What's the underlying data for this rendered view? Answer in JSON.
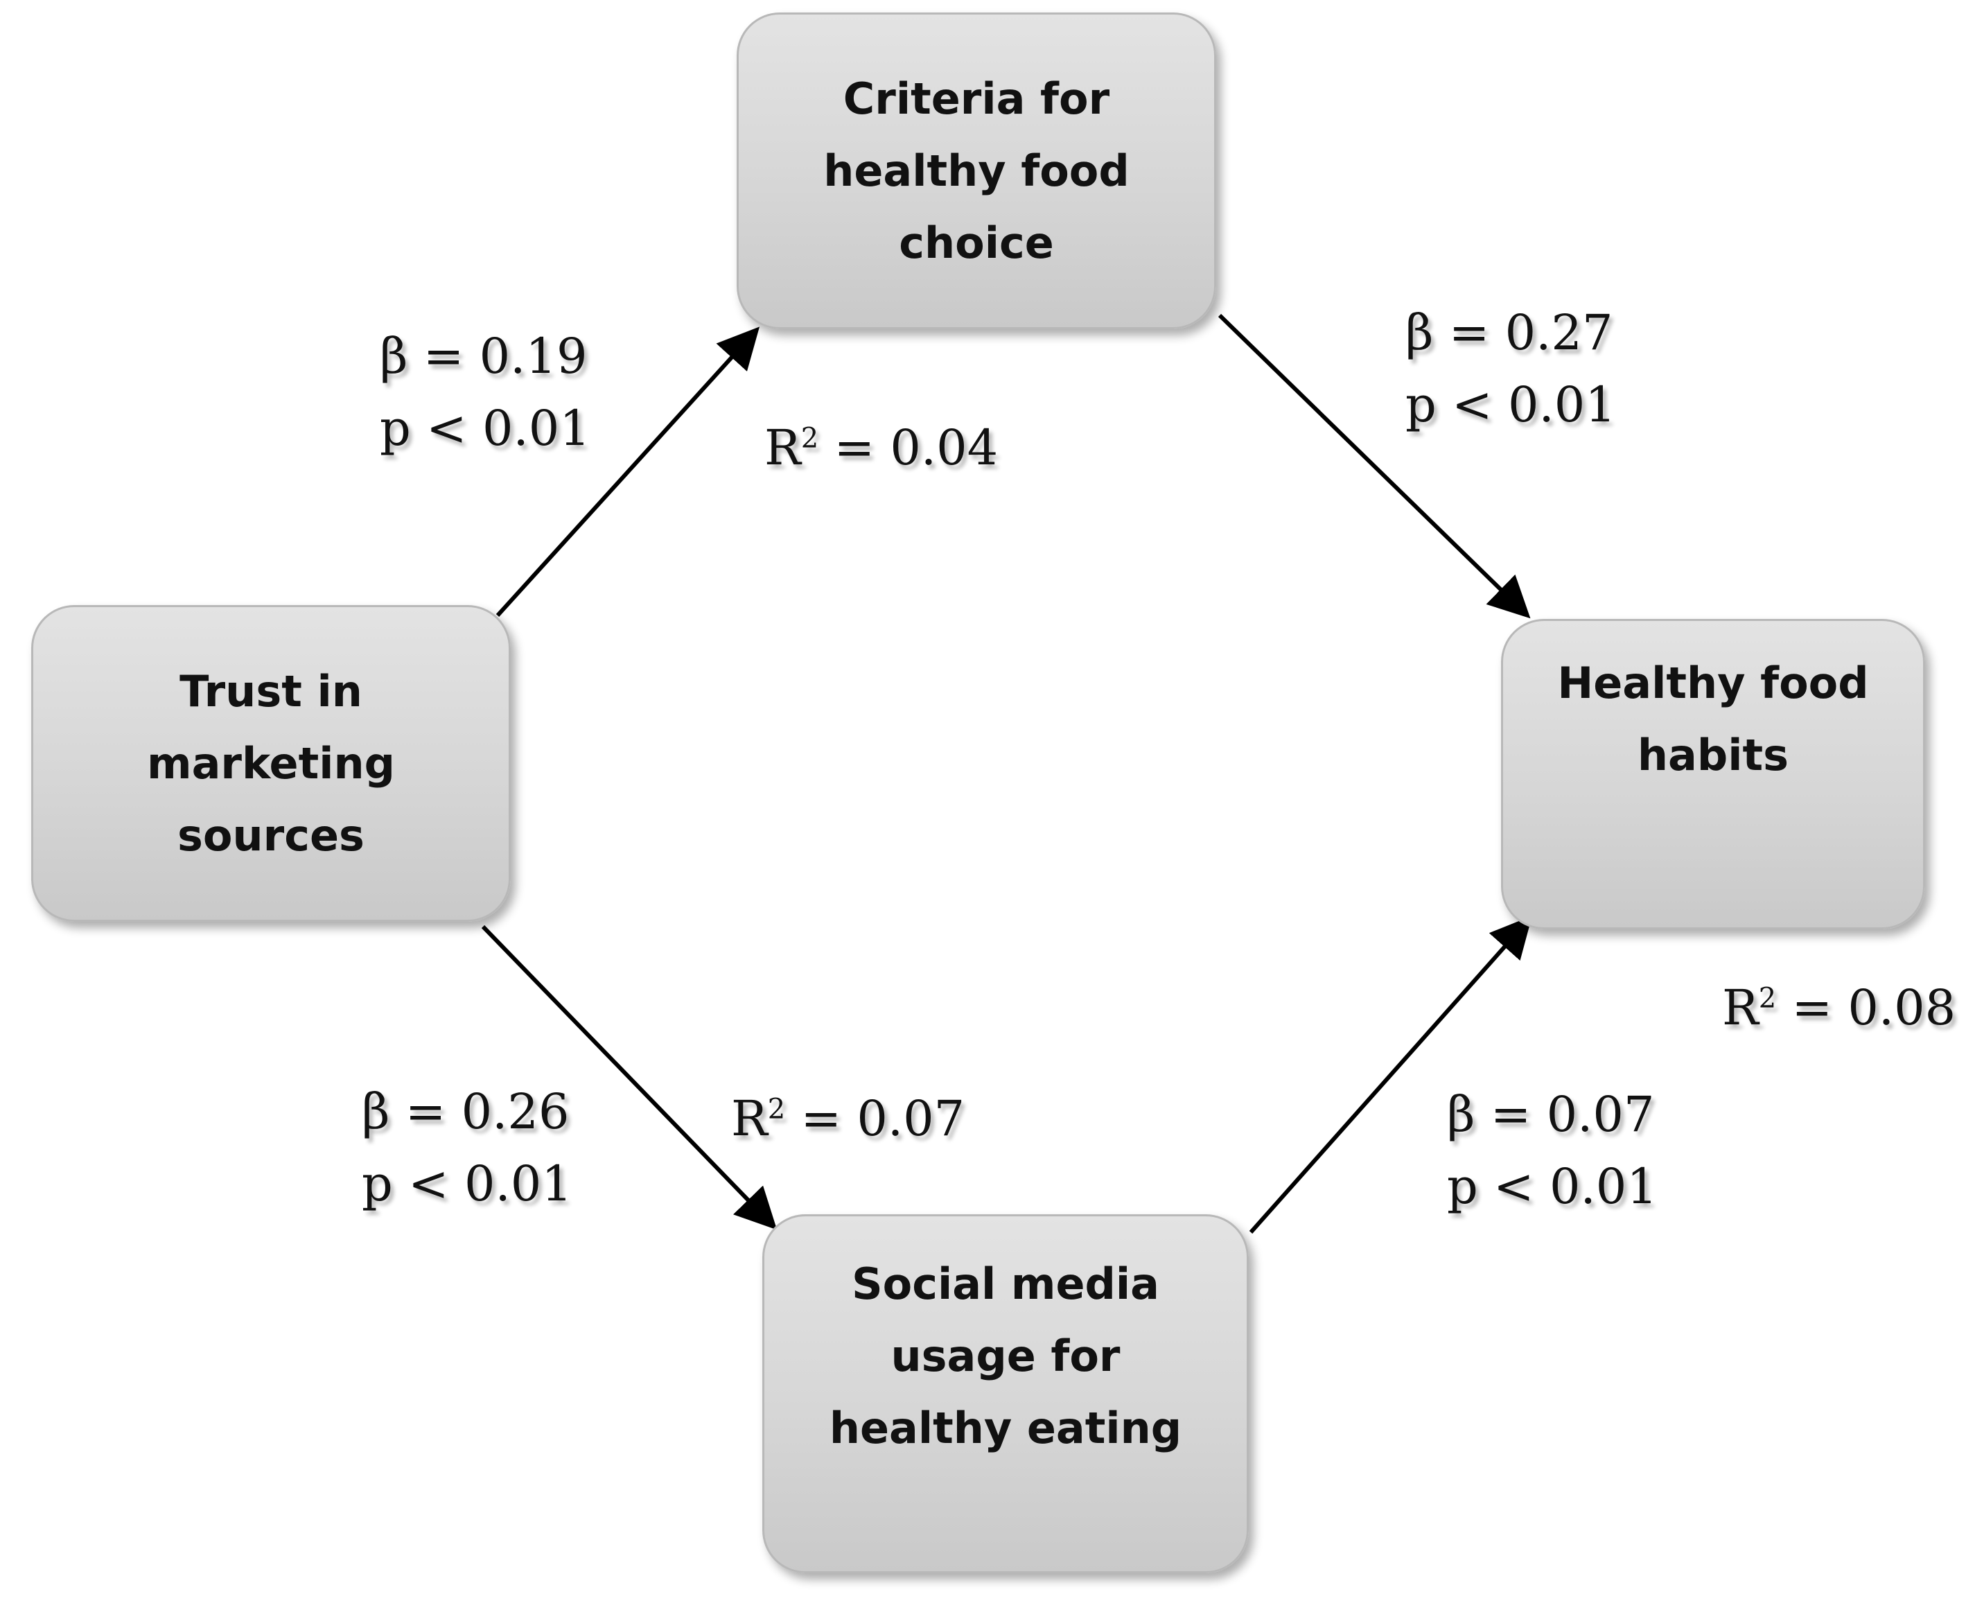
{
  "nodes": {
    "criteria": "Criteria for\nhealthy food\nchoice",
    "trust": "Trust in\nmarketing\nsources",
    "habits": "Healthy food\nhabits",
    "social": "Social media\nusage for\nhealthy eating"
  },
  "paths": {
    "trust_to_criteria": {
      "beta": "β = 0.19",
      "p": "p < 0.01"
    },
    "criteria_to_habits": {
      "beta": "β = 0.27",
      "p": "p < 0.01"
    },
    "trust_to_social": {
      "beta": "β = 0.26",
      "p": "p < 0.01"
    },
    "social_to_habits": {
      "beta": "β = 0.07",
      "p": "p < 0.01"
    }
  },
  "r_squared": {
    "symbol": "R",
    "exponent": "2",
    "criteria": "= 0.04",
    "social": "= 0.07",
    "habits": "= 0.08"
  },
  "colors": {
    "node_fill": "#d6d6d6",
    "node_border": "#b8b8b8",
    "arrow": "#000000"
  }
}
